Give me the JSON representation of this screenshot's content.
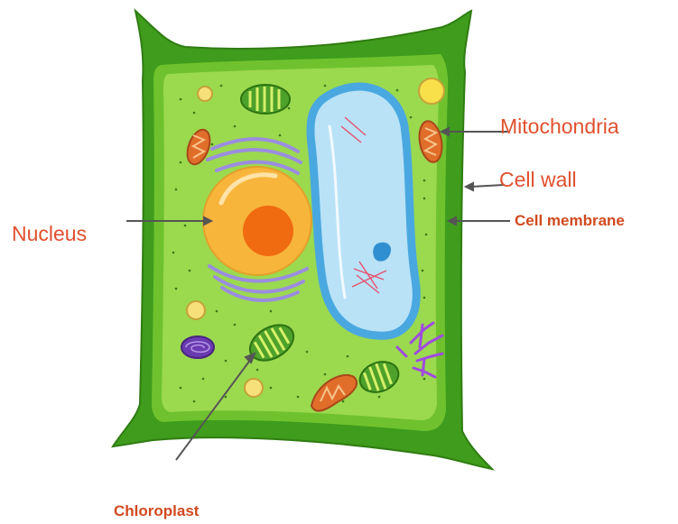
{
  "labels": {
    "mitochondria": "Mitochondria",
    "cell_wall": "Cell wall",
    "cell_membrane": "Cell membrane",
    "nucleus": "Nucleus",
    "chloroplast": "Chloroplast"
  },
  "colors": {
    "label_text": "#e0502e",
    "label_bold_text": "#d14a1e",
    "pointer": "#555555",
    "cell_wall": "#3f9c1c",
    "cytoplasm": "#9bd94f",
    "membrane": "#6fc22e",
    "vacuole": "#b9e2f7",
    "vacuole_border": "#4aa8e0",
    "nucleus": "#f8b53c",
    "nucleolus": "#f06a10",
    "golgi": "#9b8de0",
    "mitochondria": "#e06e2a",
    "chloroplast": "#4ea12a",
    "ribosome_dot": "#3a7a1a"
  }
}
